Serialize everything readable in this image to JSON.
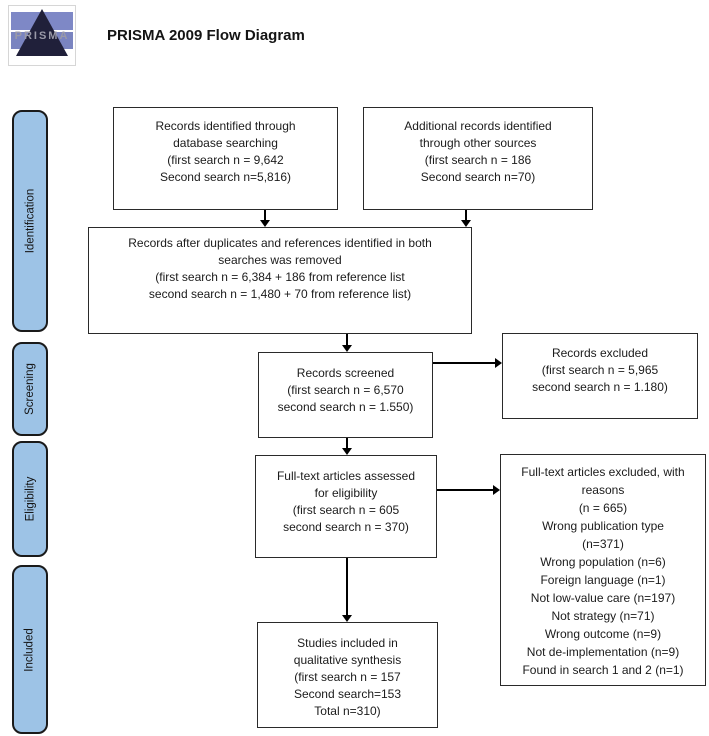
{
  "title": "PRISMA 2009 Flow Diagram",
  "logo": {
    "text": "PRISMA"
  },
  "stages": [
    {
      "label": "Identification"
    },
    {
      "label": "Screening"
    },
    {
      "label": "Eligibility"
    },
    {
      "label": "Included"
    }
  ],
  "boxes": {
    "records_identified": {
      "lines": [
        "Records identified through",
        "database searching",
        "(first search n = 9,642",
        "Second search n=5,816)"
      ]
    },
    "additional_records": {
      "lines": [
        "Additional records identified",
        "through other sources",
        "(first search n = 186",
        "Second search n=70)"
      ]
    },
    "after_duplicates": {
      "lines": [
        "Records after duplicates and references identified in both",
        "searches was removed",
        "(first search n = 6,384 + 186 from reference list",
        "second search n = 1,480 + 70 from reference list)"
      ]
    },
    "records_screened": {
      "lines": [
        "Records screened",
        "(first search n = 6,570",
        "second search n = 1.550)"
      ]
    },
    "records_excluded": {
      "lines": [
        "Records excluded",
        "(first search n = 5,965",
        "second search n = 1.180)"
      ]
    },
    "fulltext_assessed": {
      "lines": [
        "Full-text articles assessed",
        "for eligibility",
        "(first search n = 605",
        "second search n = 370)"
      ]
    },
    "fulltext_excluded": {
      "lines": [
        "Full-text articles excluded, with",
        "reasons",
        "(n = 665)",
        "Wrong publication type",
        "(n=371)",
        "Wrong population (n=6)",
        "Foreign language (n=1)",
        "Not low-value care (n=197)",
        "Not strategy (n=71)",
        "Wrong outcome (n=9)",
        "Not de-implementation (n=9)",
        "Found in search 1 and 2 (n=1)"
      ]
    },
    "studies_included": {
      "lines": [
        "Studies included in",
        "qualitative synthesis",
        "(first search n = 157",
        "Second search=153",
        "Total n=310)"
      ]
    }
  },
  "colors": {
    "stage_fill": "#9DC3E6",
    "stage_border": "#1a1a1a",
    "box_border": "#2a2a2a",
    "arrow": "#000000",
    "logo_blue": "#7E88C6",
    "logo_triangle": "#20203a",
    "logo_letters": "#9a9aa8"
  }
}
